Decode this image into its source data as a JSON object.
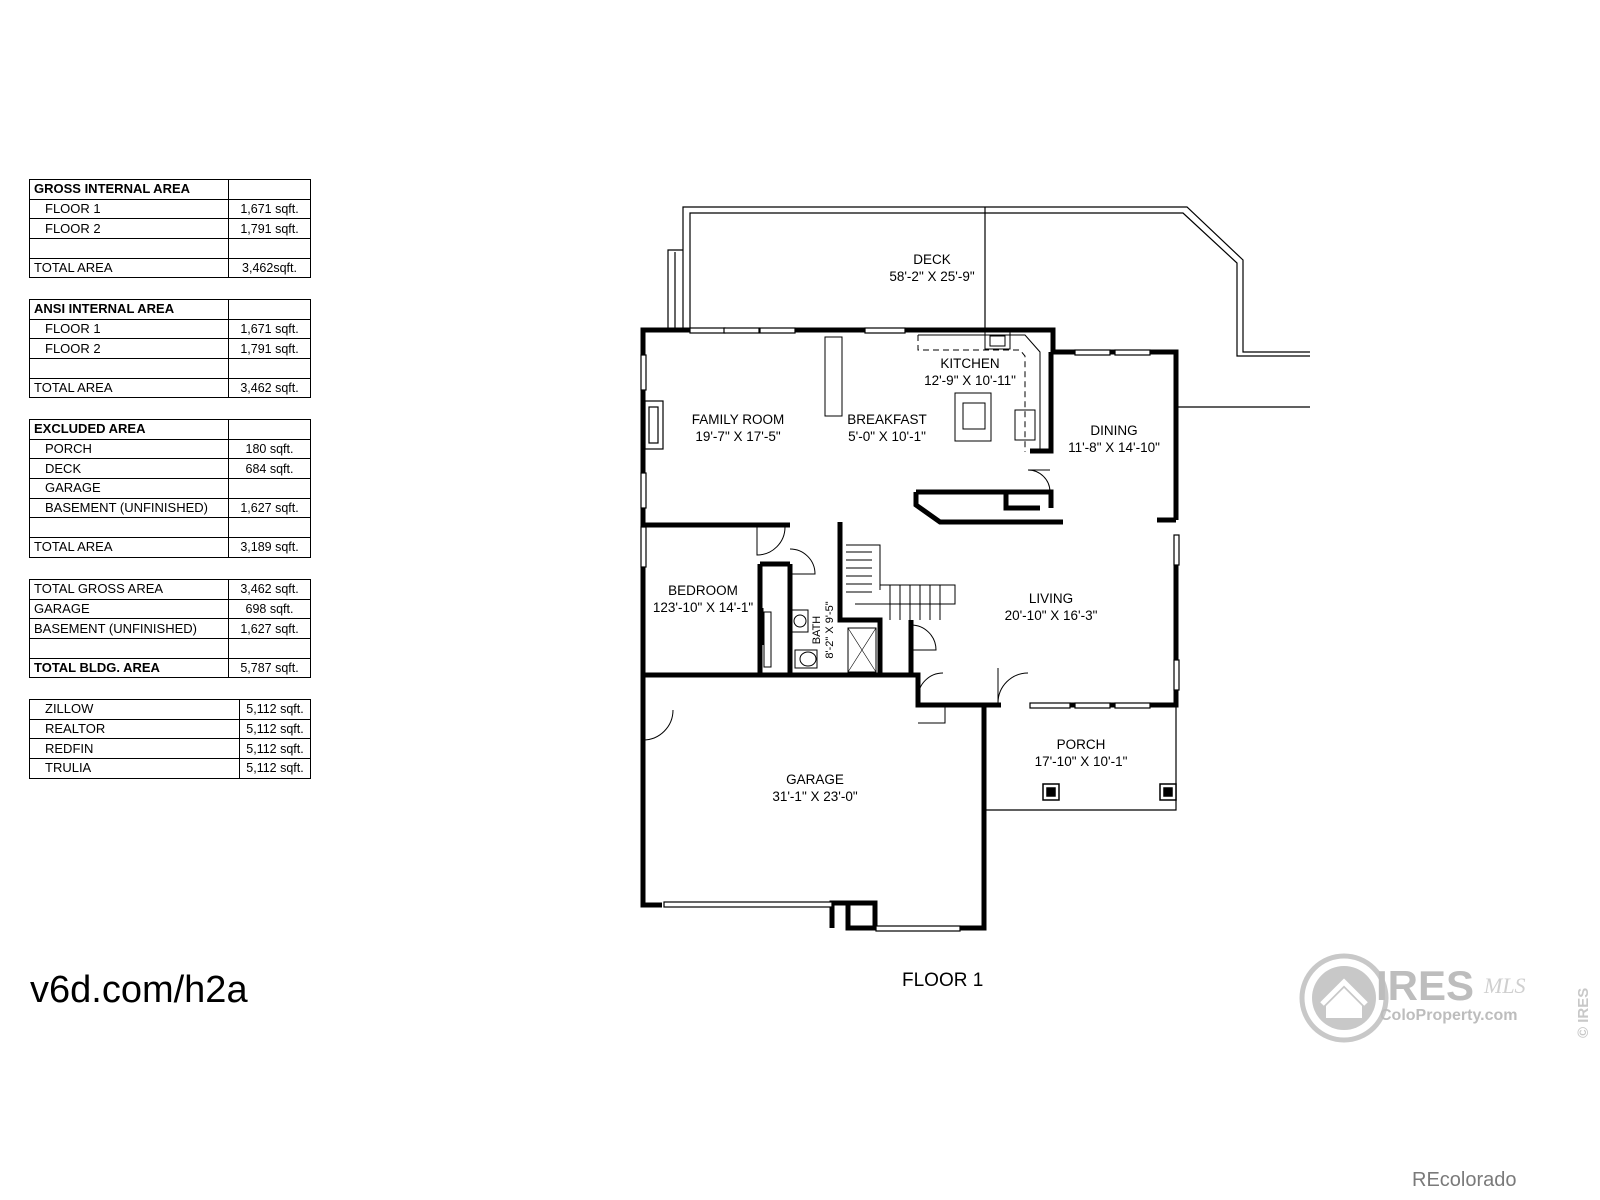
{
  "tables": [
    {
      "header": "GROSS INTERNAL AREA",
      "rows": [
        {
          "label": "FLOOR 1",
          "value": "1,671 sqft.",
          "indent": true
        },
        {
          "label": "FLOOR 2",
          "value": "1,791 sqft.",
          "indent": true
        },
        {
          "label": "",
          "value": "",
          "indent": false
        },
        {
          "label": "TOTAL AREA",
          "value": "3,462sqft.",
          "indent": false
        }
      ]
    },
    {
      "header": "ANSI INTERNAL AREA",
      "rows": [
        {
          "label": "FLOOR 1",
          "value": "1,671 sqft.",
          "indent": true
        },
        {
          "label": "FLOOR 2",
          "value": "1,791 sqft.",
          "indent": true
        },
        {
          "label": "",
          "value": "",
          "indent": false
        },
        {
          "label": "TOTAL AREA",
          "value": "3,462 sqft.",
          "indent": false
        }
      ]
    },
    {
      "header": "EXCLUDED AREA",
      "rows": [
        {
          "label": "PORCH",
          "value": "180 sqft.",
          "indent": true
        },
        {
          "label": "DECK",
          "value": "684 sqft.",
          "indent": true
        },
        {
          "label": "GARAGE",
          "value": "",
          "indent": true
        },
        {
          "label": "BASEMENT (UNFINISHED)",
          "value": "1,627 sqft.",
          "indent": true
        },
        {
          "label": "",
          "value": "",
          "indent": false
        },
        {
          "label": "TOTAL AREA",
          "value": "3,189 sqft.",
          "indent": false
        }
      ]
    },
    {
      "header": "",
      "rows": [
        {
          "label": "TOTAL GROSS AREA",
          "value": "3,462 sqft.",
          "indent": false
        },
        {
          "label": "GARAGE",
          "value": "698 sqft.",
          "indent": false
        },
        {
          "label": "BASEMENT (UNFINISHED)",
          "value": "1,627 sqft.",
          "indent": false
        },
        {
          "label": "",
          "value": "",
          "indent": false
        },
        {
          "label": "TOTAL BLDG. AREA",
          "value": "5,787 sqft.",
          "indent": false,
          "bold": true
        }
      ]
    },
    {
      "header": "",
      "rows": [
        {
          "label": "ZILLOW",
          "value": "5,112 sqft.",
          "indent": true
        },
        {
          "label": "REALTOR",
          "value": "5,112 sqft.",
          "indent": true
        },
        {
          "label": "REDFIN",
          "value": "5,112 sqft.",
          "indent": true
        },
        {
          "label": "TRULIA",
          "value": "5,112 sqft.",
          "indent": true
        }
      ]
    }
  ],
  "rooms": {
    "deck": {
      "name": "DECK",
      "dims": "58'-2\" X 25'-9\""
    },
    "kitchen": {
      "name": "KITCHEN",
      "dims": "12'-9\" X 10'-11\""
    },
    "family_room": {
      "name": "FAMILY ROOM",
      "dims": "19'-7\" X 17'-5\""
    },
    "breakfast": {
      "name": "BREAKFAST",
      "dims": "5'-0\" X 10'-1\""
    },
    "dining": {
      "name": "DINING",
      "dims": "11'-8\" X 14'-10\""
    },
    "bedroom": {
      "name": "BEDROOM",
      "dims": "123'-10\" X 14'-1\""
    },
    "bath": {
      "name": "BATH",
      "dims": "8'-2\" X 9'-5\""
    },
    "living": {
      "name": "LIVING",
      "dims": "20'-10\" X 16'-3\""
    },
    "porch": {
      "name": "PORCH",
      "dims": "17'-10\" X 10'-1\""
    },
    "garage": {
      "name": "GARAGE",
      "dims": "31'-1\" X 23'-0\""
    }
  },
  "floor_label": "FLOOR 1",
  "shortlink": "v6d.com/h2a",
  "logo": {
    "brand": "IRES",
    "suffix": "MLS",
    "site": "ColoProperty.com",
    "vertical": "© IRES",
    "icon": "house-icon"
  },
  "credit": "REcolorado"
}
